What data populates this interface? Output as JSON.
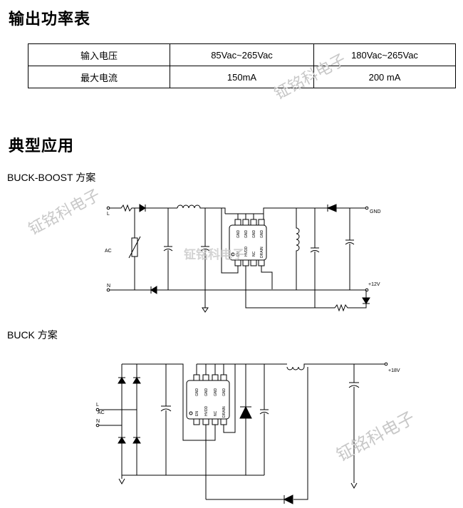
{
  "section1": {
    "title": "输出功率表",
    "table": {
      "rows": [
        [
          "输入电压",
          "85Vac~265Vac",
          "180Vac~265Vac"
        ],
        [
          "最大电流",
          "150mA",
          "200 mA"
        ]
      ]
    }
  },
  "section2": {
    "title": "典型应用",
    "circuit1": {
      "caption": "BUCK-BOOST 方案",
      "labels": {
        "l": "L",
        "ac": "AC",
        "n": "N",
        "gnd": "GND",
        "v_out": "+12V"
      },
      "ic_pins_top": [
        "GND",
        "GND",
        "GND",
        "GND"
      ],
      "ic_pins_bottom": [
        "EN",
        "HVDD",
        "NC",
        "DRAIN"
      ]
    },
    "circuit2": {
      "caption": "BUCK 方案",
      "labels": {
        "l": "L",
        "ac": "AC",
        "n": "N",
        "v_out": "+18V"
      },
      "ic_pins_top": [
        "GND",
        "GND",
        "GND",
        "GND"
      ],
      "ic_pins_bottom": [
        "EN",
        "HVDD",
        "NC",
        "DRAIN"
      ]
    }
  },
  "watermark": "钲铭科电子"
}
